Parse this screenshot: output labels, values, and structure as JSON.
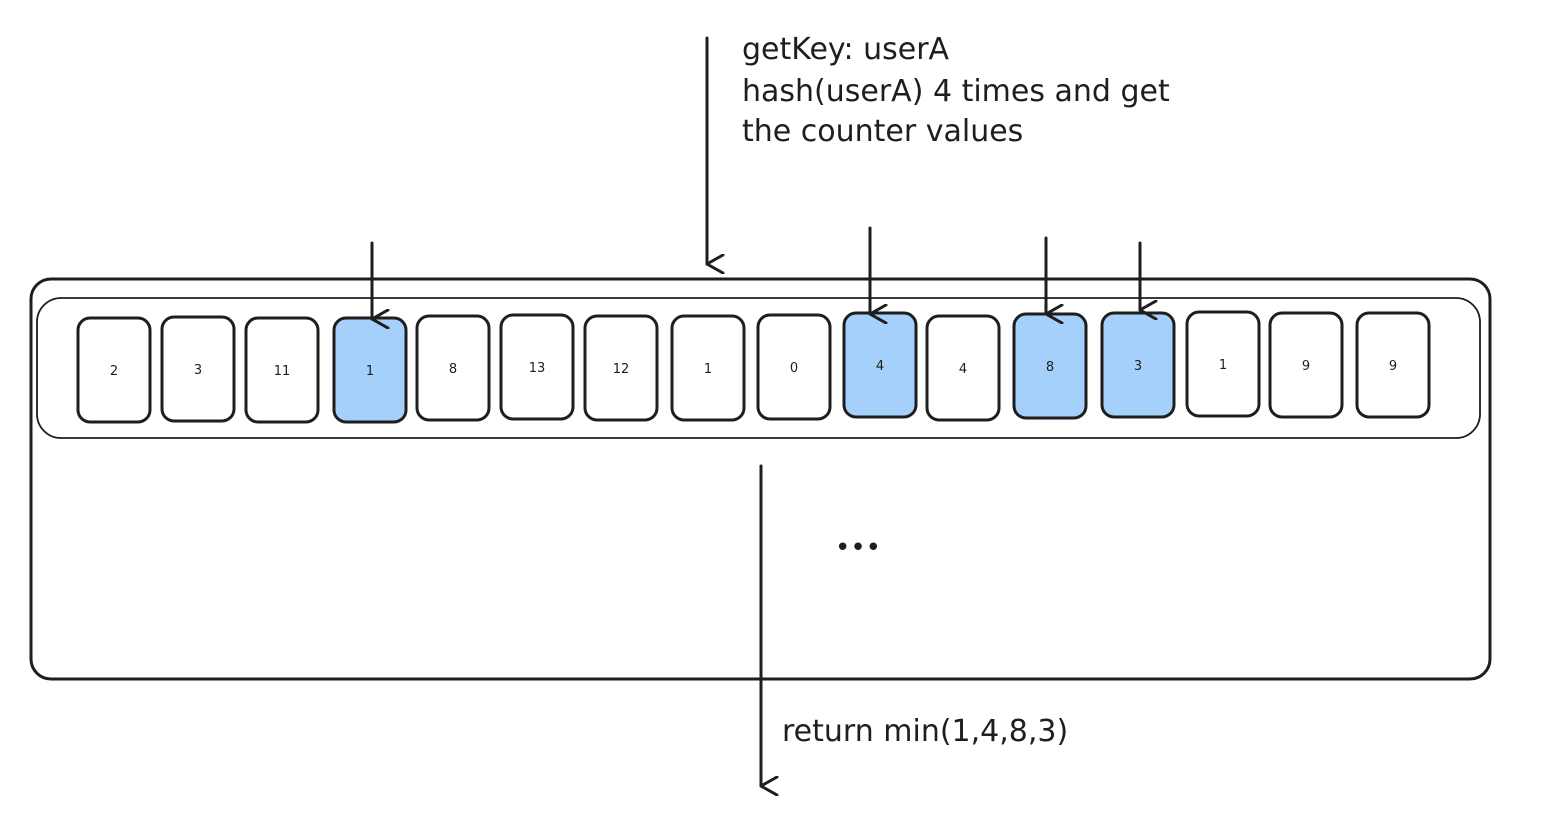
{
  "annotation": {
    "line1": "getKey: userA",
    "line2": "hash(userA) 4 times and get",
    "line3": "the counter values"
  },
  "counters": [
    {
      "value": "2",
      "highlighted": false
    },
    {
      "value": "3",
      "highlighted": false
    },
    {
      "value": "11",
      "highlighted": false
    },
    {
      "value": "1",
      "highlighted": true
    },
    {
      "value": "8",
      "highlighted": false
    },
    {
      "value": "13",
      "highlighted": false
    },
    {
      "value": "12",
      "highlighted": false
    },
    {
      "value": "1",
      "highlighted": false
    },
    {
      "value": "0",
      "highlighted": false
    },
    {
      "value": "4",
      "highlighted": true
    },
    {
      "value": "4",
      "highlighted": false
    },
    {
      "value": "8",
      "highlighted": true
    },
    {
      "value": "3",
      "highlighted": true
    },
    {
      "value": "1",
      "highlighted": false
    },
    {
      "value": "9",
      "highlighted": false
    },
    {
      "value": "9",
      "highlighted": false
    }
  ],
  "ellipsis": "•••",
  "result": "return min(1,4,8,3)",
  "colors": {
    "stroke": "#1e1e1e",
    "highlight": "#a5d0fb",
    "cell": "#ffffff"
  }
}
